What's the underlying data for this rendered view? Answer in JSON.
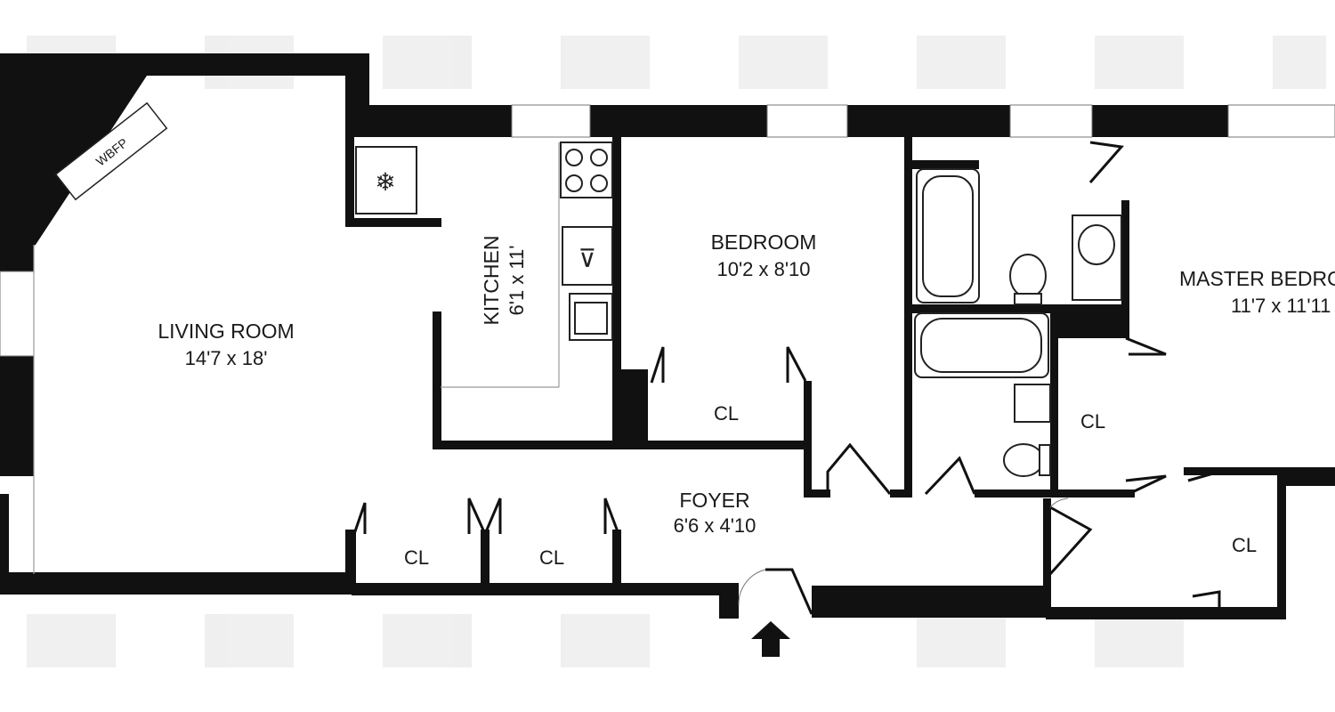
{
  "rooms": {
    "living": {
      "name": "LIVING ROOM",
      "dims": "14'7 x 18'"
    },
    "kitchen": {
      "name": "KITCHEN",
      "dims": "6'1 x 11'"
    },
    "bedroom": {
      "name": "BEDROOM",
      "dims": "10'2 x 8'10"
    },
    "master": {
      "name": "MASTER BEDROOM",
      "dims": "11'7 x 11'11"
    },
    "foyer": {
      "name": "FOYER",
      "dims": "6'6 x 4'10"
    }
  },
  "closets": {
    "bedroom": "CL",
    "living_left": "CL",
    "living_right": "CL",
    "bath": "CL",
    "master": "CL"
  },
  "fireplace": "WBFP",
  "entry_marker": "entry-arrow-icon",
  "colors": {
    "wall": "#111111",
    "background": "#ffffff"
  }
}
